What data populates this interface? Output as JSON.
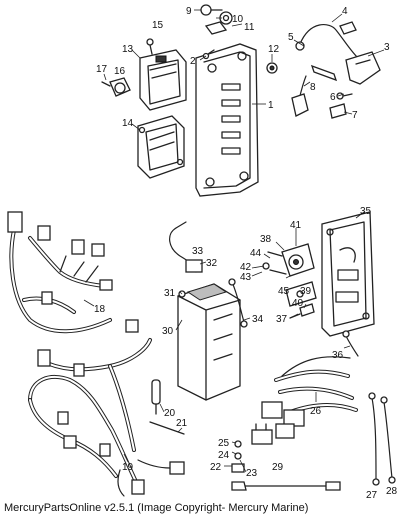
{
  "part_numbers": [
    "1",
    "2",
    "3",
    "4",
    "5",
    "6",
    "7",
    "8",
    "9",
    "10",
    "11",
    "12",
    "13",
    "14",
    "15",
    "16",
    "17",
    "18",
    "19",
    "20",
    "21",
    "22",
    "23",
    "24",
    "25",
    "26",
    "27",
    "28",
    "29",
    "30",
    "31",
    "32",
    "33",
    "34",
    "35",
    "36",
    "37",
    "38",
    "39",
    "40",
    "41",
    "42",
    "43",
    "44",
    "45"
  ],
  "footer": {
    "text": "MercuryPartsOnline v2.5.1 (Image Copyright- Mercury Marine)"
  }
}
